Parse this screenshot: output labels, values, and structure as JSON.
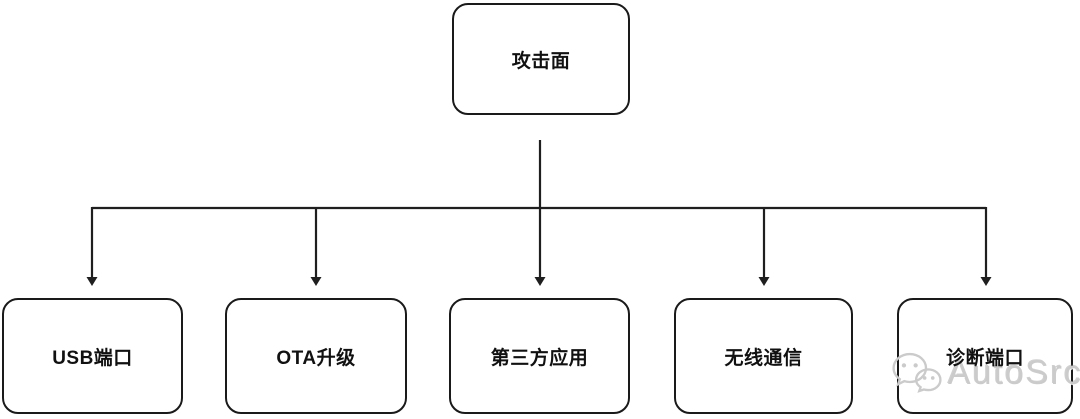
{
  "diagram": {
    "root": {
      "label": "攻击面"
    },
    "children": [
      {
        "label": "USB端口"
      },
      {
        "label": "OTA升级"
      },
      {
        "label": "第三方应用"
      },
      {
        "label": "无线通信"
      },
      {
        "label": "诊断端口"
      }
    ]
  },
  "watermark": {
    "brand": "AutoSrc",
    "icon": "wechat-logo"
  },
  "colors": {
    "line": "#1f1f1f",
    "border": "#1a1a1a",
    "text": "#111111",
    "watermark": "#cbcbcb",
    "background": "#ffffff"
  }
}
